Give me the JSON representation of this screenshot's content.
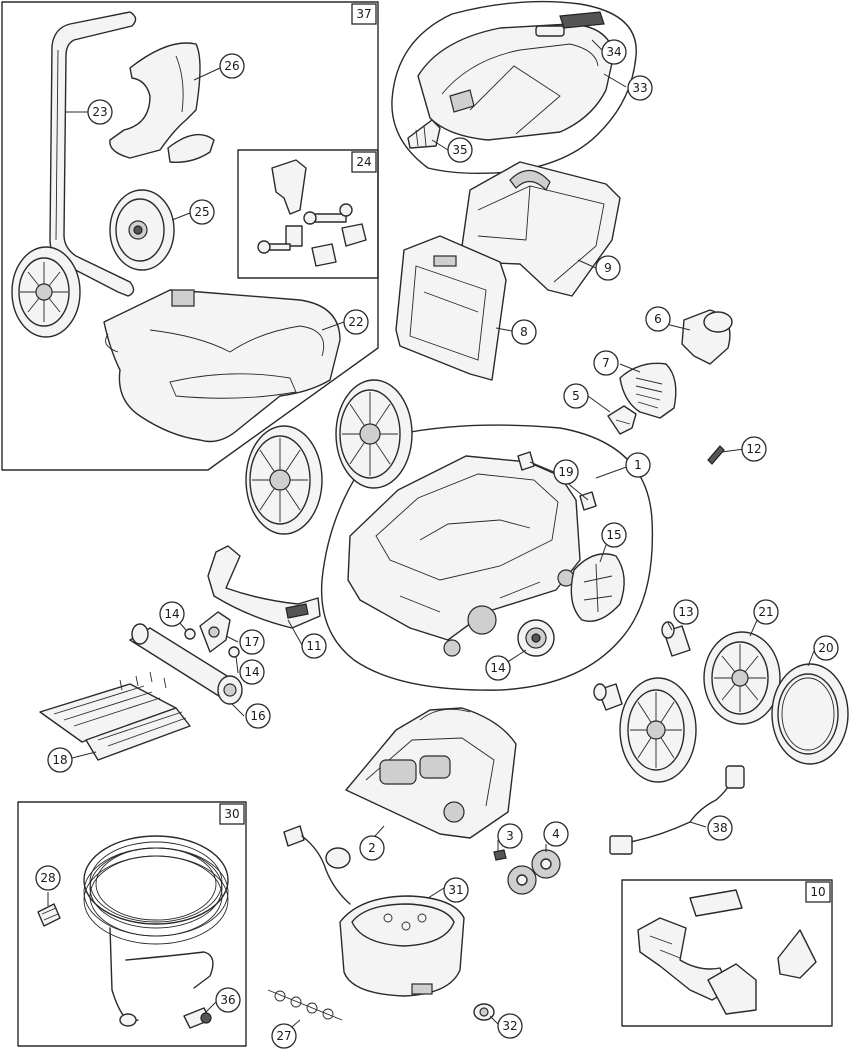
{
  "group_labels": {
    "kit_37": "37",
    "kit_24": "24",
    "kit_30": "30",
    "kit_10": "10"
  },
  "callouts": {
    "p1": "1",
    "p2": "2",
    "p3": "3",
    "p4": "4",
    "p5": "5",
    "p6": "6",
    "p7": "7",
    "p8": "8",
    "p9": "9",
    "p11": "11",
    "p12": "12",
    "p13": "13",
    "p14a": "14",
    "p14b": "14",
    "p14c": "14",
    "p15": "15",
    "p16": "16",
    "p17": "17",
    "p18": "18",
    "p19": "19",
    "p20": "20",
    "p21": "21",
    "p22": "22",
    "p23": "23",
    "p25": "25",
    "p26": "26",
    "p27": "27",
    "p28": "28",
    "p31": "31",
    "p32": "32",
    "p33": "33",
    "p34": "34",
    "p35": "35",
    "p36": "36",
    "p38": "38"
  }
}
